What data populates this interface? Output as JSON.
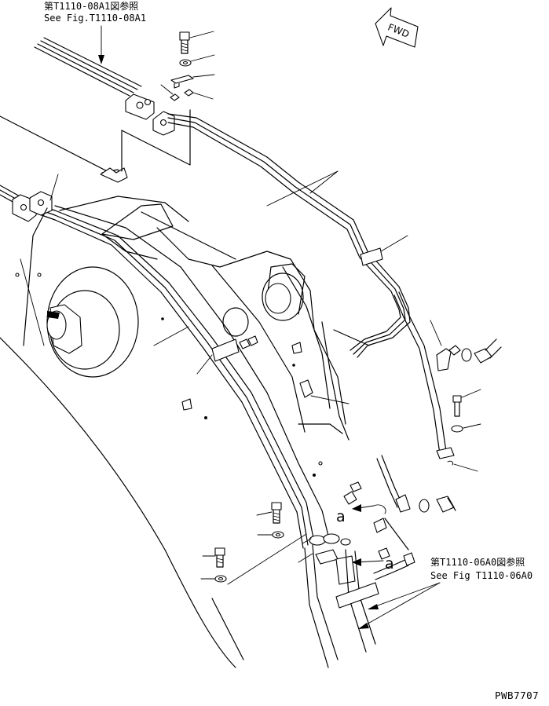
{
  "references": {
    "top": {
      "jp": "第T1110-08A1図参照",
      "en": "See Fig.T1110-08A1"
    },
    "right": {
      "jp": "第T1110-06A0図参照",
      "en": "See Fig T1110-06A0"
    }
  },
  "forward_label": "FWD",
  "detail_marks": [
    "a",
    "a"
  ],
  "drawing_code": "PWB7707"
}
